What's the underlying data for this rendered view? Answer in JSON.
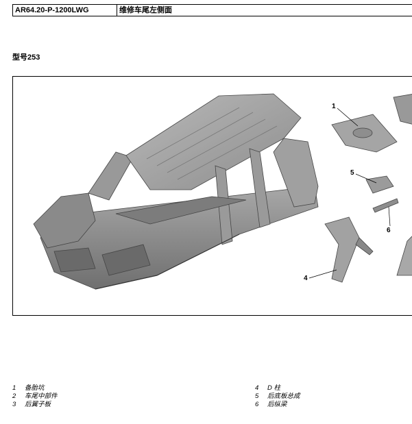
{
  "header": {
    "code": "AR64.20-P-1200LWG",
    "title": "维修车尾左侧面"
  },
  "model": "型号253",
  "callouts": [
    "1",
    "5",
    "6",
    "4"
  ],
  "legend_left": [
    {
      "num": "1",
      "text": "备胎坑"
    },
    {
      "num": "2",
      "text": "车尾中部件"
    },
    {
      "num": "3",
      "text": "后翼子板"
    }
  ],
  "legend_right": [
    {
      "num": "4",
      "text": "D 柱"
    },
    {
      "num": "5",
      "text": "后底板总成"
    },
    {
      "num": "6",
      "text": "后纵梁"
    }
  ]
}
